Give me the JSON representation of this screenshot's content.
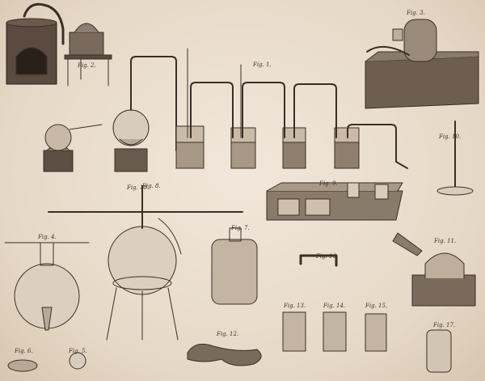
{
  "plate": {
    "figure_captions": [
      {
        "key": "fig1",
        "text": "Fig. 1."
      },
      {
        "key": "fig2",
        "text": "Fig. 2."
      },
      {
        "key": "fig3",
        "text": "Fig. 3."
      },
      {
        "key": "fig4",
        "text": "Fig. 4."
      },
      {
        "key": "fig5",
        "text": "Fig. 5."
      },
      {
        "key": "fig6",
        "text": "Fig. 6."
      },
      {
        "key": "fig7",
        "text": "Fig. 7."
      },
      {
        "key": "fig8",
        "text": "Fig. 8."
      },
      {
        "key": "fig9",
        "text": "Fig. 9."
      },
      {
        "key": "fig10",
        "text": "Fig. 10."
      },
      {
        "key": "fig11",
        "text": "Fig. 11."
      },
      {
        "key": "fig12",
        "text": "Fig. 12."
      },
      {
        "key": "fig13",
        "text": "Fig. 13."
      },
      {
        "key": "fig14",
        "text": "Fig. 14."
      },
      {
        "key": "fig15",
        "text": "Fig. 15."
      },
      {
        "key": "fig16",
        "text": "Fig. 16."
      },
      {
        "key": "fig17",
        "text": "Fig. 17."
      },
      {
        "key": "fig18",
        "text": "Fig. 18."
      }
    ],
    "colors": {
      "paper": "#ece1d3",
      "ink": "#3a2f28"
    }
  }
}
